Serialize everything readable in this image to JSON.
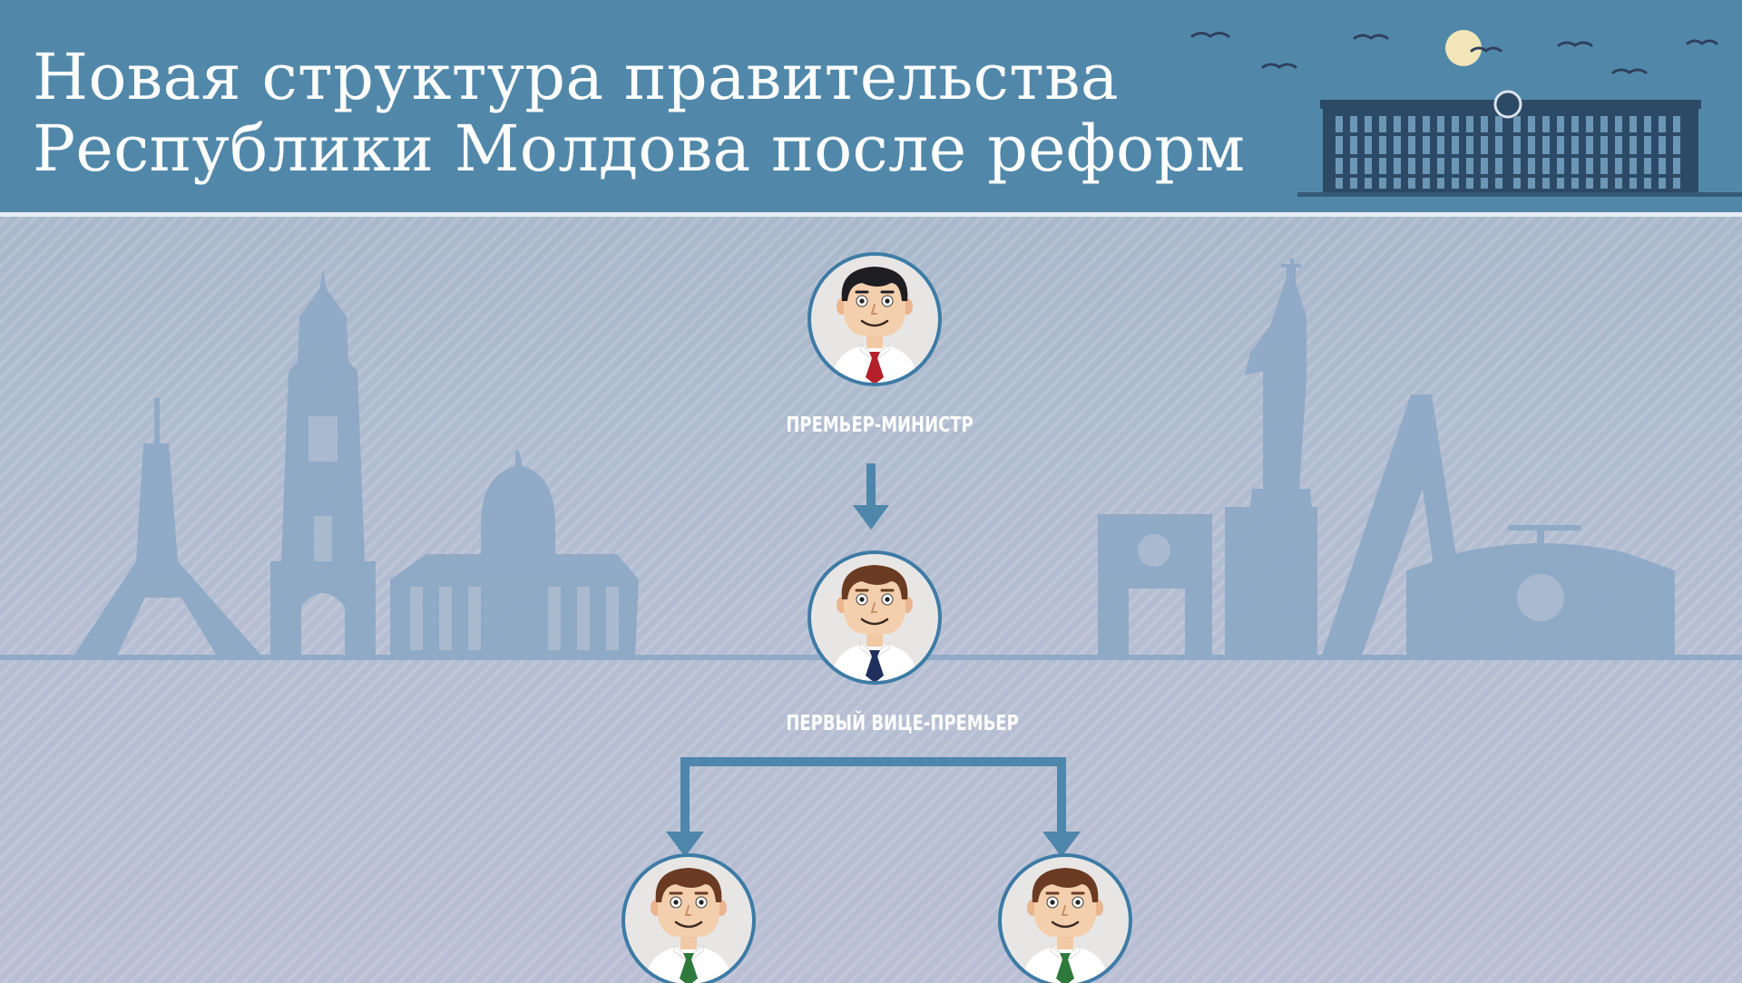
{
  "header": {
    "title_line1": "Новая структура правительства",
    "title_line2": "Республики Молдова после реформ",
    "background_color": "#5188aa"
  },
  "org_chart": {
    "nodes": [
      {
        "id": "prime-minister",
        "role": "ПРЕМЬЕР-МИНИСТР",
        "hair": "black",
        "tie_color": "#b3202a"
      },
      {
        "id": "first-deputy-pm",
        "role": "ПЕРВЫЙ ВИЦЕ-ПРЕМЬЕР",
        "hair": "brown",
        "tie_color": "#1f2f5e"
      },
      {
        "id": "deputy-left",
        "role": "",
        "hair": "brown",
        "tie_color": "#2d7a3a"
      },
      {
        "id": "deputy-right",
        "role": "",
        "hair": "brown",
        "tie_color": "#2d7a3a"
      }
    ],
    "edges": [
      {
        "from": "prime-minister",
        "to": "first-deputy-pm"
      },
      {
        "from": "first-deputy-pm",
        "to": "deputy-left"
      },
      {
        "from": "first-deputy-pm",
        "to": "deputy-right"
      }
    ],
    "connector_color": "#4f86ab"
  }
}
